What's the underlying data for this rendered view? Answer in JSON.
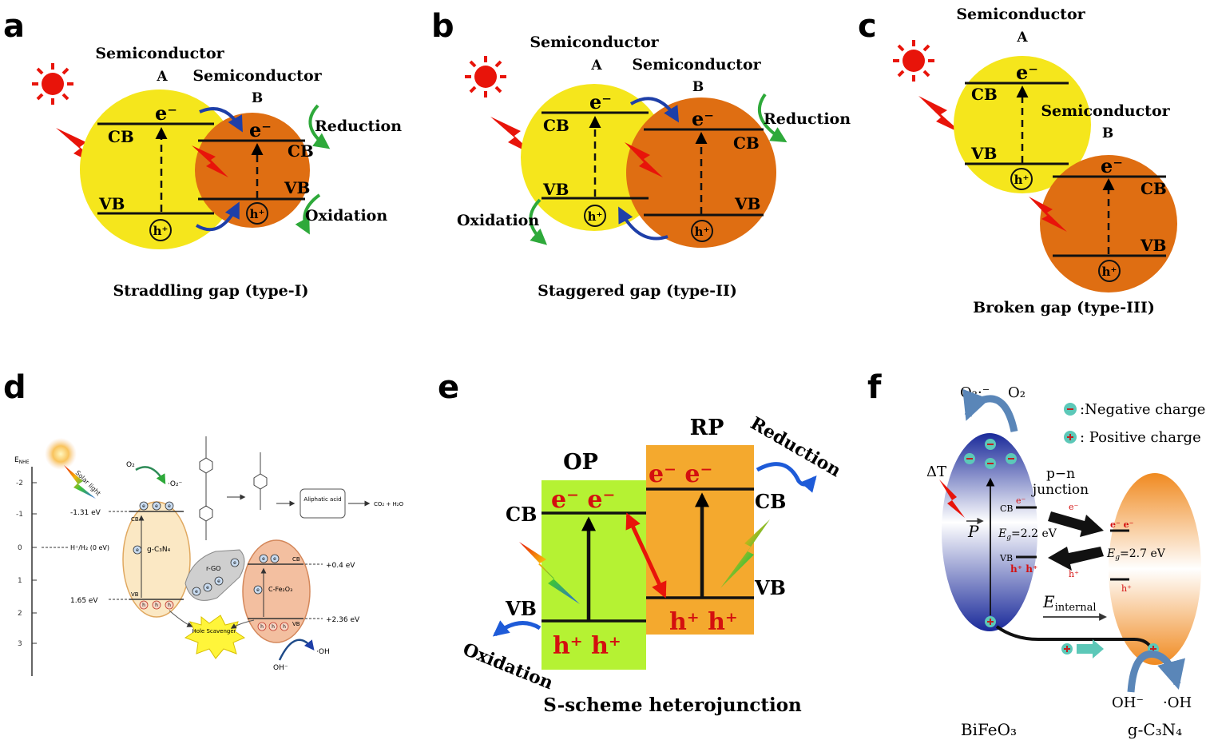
{
  "panels": {
    "a": {
      "letter": "a",
      "semi_a_line1": "Semiconductor",
      "semi_a_line2": "A",
      "semi_b_line1": "Semiconductor",
      "semi_b_line2": "B",
      "cb": "CB",
      "vb": "VB",
      "electron": "e⁻",
      "hole": "h⁺",
      "reduction": "Reduction",
      "oxidation": "Oxidation",
      "caption": "Straddling gap (type-I)"
    },
    "b": {
      "letter": "b",
      "semi_a_line1": "Semiconductor",
      "semi_a_line2": "A",
      "semi_b_line1": "Semiconductor",
      "semi_b_line2": "B",
      "cb": "CB",
      "vb": "VB",
      "electron": "e⁻",
      "hole": "h⁺",
      "reduction": "Reduction",
      "oxidation": "Oxidation",
      "caption": "Staggered gap (type-II)"
    },
    "c": {
      "letter": "c",
      "semi_a_line1": "Semiconductor",
      "semi_a_line2": "A",
      "semi_b_line1": "Semiconductor",
      "semi_b_line2": "B",
      "cb": "CB",
      "vb": "VB",
      "electron": "e⁻",
      "hole": "h⁺",
      "caption": "Broken gap (type-III)"
    },
    "d": {
      "letter": "d",
      "axis_label": "E",
      "axis_sub": "NHE",
      "ticks": [
        "-2",
        "-1",
        "0",
        "1",
        "2",
        "3"
      ],
      "solar": "Solar light",
      "o2": "O₂",
      "o2_radical": "·O₂⁻",
      "cb_level": "-1.31 eV",
      "ref_level": "H⁺/H₂ (0 eV)",
      "vb_level": "1.65 eV",
      "gcn": "g-C₃N₄",
      "cb": "CB",
      "vb": "VB",
      "rgo": "r-GO",
      "fe2o3": "C-Fe₂O₃",
      "fe_cb_level": "+0.4 eV",
      "fe_vb_level": "+2.36 eV",
      "hole_scavenger": "Hole Scavenger",
      "oh": "OH⁻",
      "oh_radical": "·OH",
      "aliphatic": "Aliphatic acid",
      "product": "CO₂ + H₂O",
      "e": "e",
      "h": "h"
    },
    "e": {
      "letter": "e",
      "op": "OP",
      "rp": "RP",
      "cb": "CB",
      "vb": "VB",
      "electrons": "e⁻ e⁻",
      "holes": "h⁺ h⁺",
      "reduction": "Reduction",
      "oxidation": "Oxidation",
      "caption": "S-scheme heterojunction"
    },
    "f": {
      "letter": "f",
      "o2_radical": "O₂·⁻",
      "o2": "O₂",
      "neg_legend": ":Negative charge",
      "pos_legend": ": Positive charge",
      "delta_t": "ΔT",
      "p": "P",
      "pn_line1": "p−n",
      "pn_line2": "junction",
      "cb": "CB",
      "vb": "VB",
      "eg_left": "E",
      "eg_left_val": "=2.2 eV",
      "eg_right_val": "=2.7 eV",
      "e_minus": "e⁻",
      "h_plus": "h⁺",
      "e_internal": "E",
      "e_internal_sub": "internal",
      "oh": "OH⁻",
      "oh_radical": "·OH",
      "bifeo3": "BiFeO₃",
      "gcn": "g-C₃N₄",
      "eg_sub": "g"
    }
  },
  "colors": {
    "yellow": "#f5e61c",
    "orange": "#df6e12",
    "green_box": "#b5f233",
    "orange_box": "#f4a92e",
    "red_text": "#d40f0f",
    "blue_arrow": "#1e5bd8",
    "green_arrow": "#2ea93a"
  }
}
